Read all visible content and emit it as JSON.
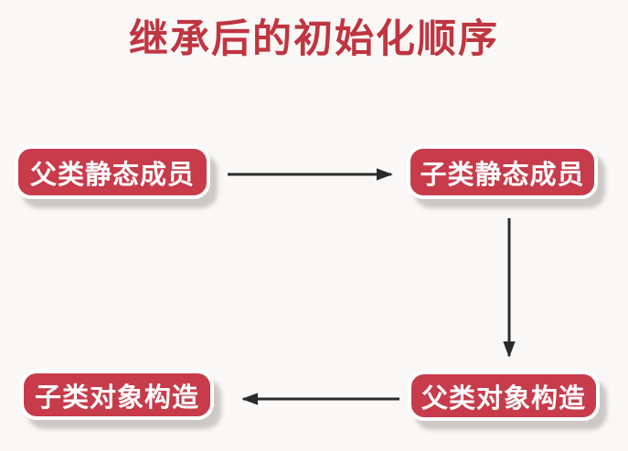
{
  "title": "继承后的初始化顺序",
  "colors": {
    "background": "#faf8f6",
    "node_fill": "#c73b4b",
    "node_text": "#ffffff",
    "node_border": "#ffffff",
    "title_text": "#bf3540",
    "arrow": "#2b2b2b"
  },
  "diagram": {
    "nodes": [
      {
        "id": "parent-static-members",
        "label": "父类静态成员"
      },
      {
        "id": "child-static-members",
        "label": "子类静态成员"
      },
      {
        "id": "parent-object-construct",
        "label": "父类对象构造"
      },
      {
        "id": "child-object-construct",
        "label": "子类对象构造"
      }
    ],
    "edges": [
      {
        "from": "parent-static-members",
        "to": "child-static-members",
        "direction": "right"
      },
      {
        "from": "child-static-members",
        "to": "parent-object-construct",
        "direction": "down"
      },
      {
        "from": "parent-object-construct",
        "to": "child-object-construct",
        "direction": "left"
      }
    ]
  }
}
